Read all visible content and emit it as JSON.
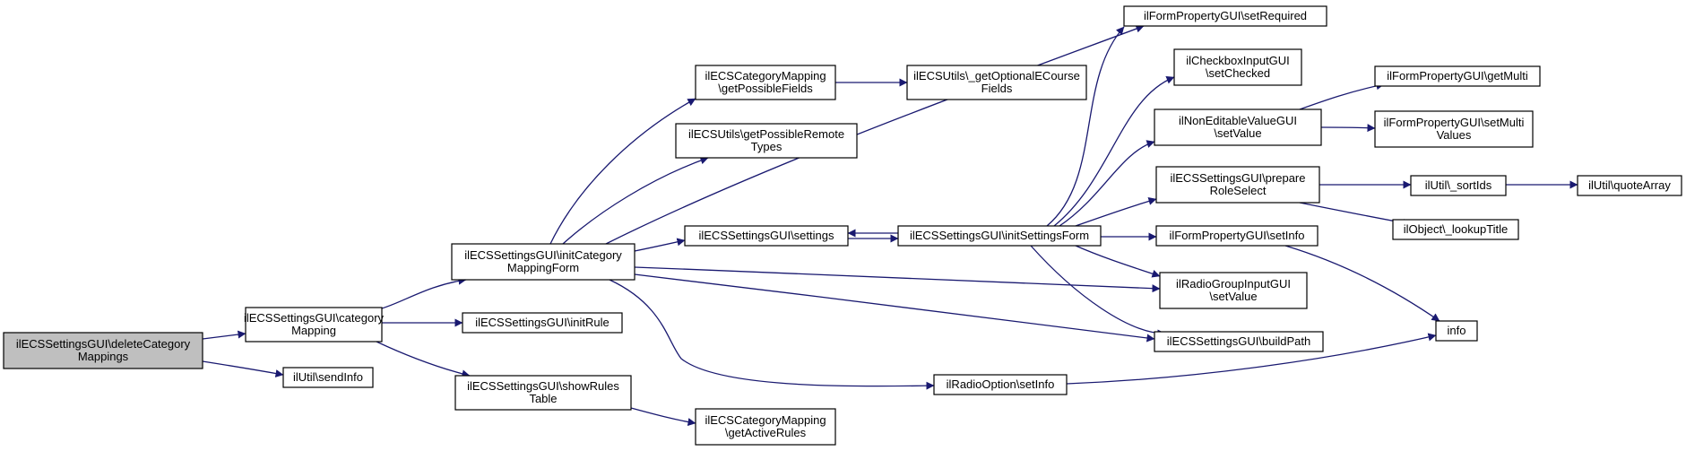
{
  "colors": {
    "edge": "#191970",
    "root_fill": "#bfbfbf",
    "node_fill": "#ffffff",
    "node_border": "#000000"
  },
  "nodes": [
    {
      "id": "deleteCategoryMappings",
      "lines": [
        "ilECSSettingsGUI\\deleteCategory",
        "Mappings"
      ],
      "root": true
    },
    {
      "id": "categoryMapping",
      "lines": [
        "ilECSSettingsGUI\\category",
        "Mapping"
      ]
    },
    {
      "id": "sendInfo",
      "lines": [
        "ilUtil\\sendInfo"
      ]
    },
    {
      "id": "initCategoryMappingForm",
      "lines": [
        "ilECSSettingsGUI\\initCategory",
        "MappingForm"
      ]
    },
    {
      "id": "initRule",
      "lines": [
        "ilECSSettingsGUI\\initRule"
      ]
    },
    {
      "id": "showRulesTable",
      "lines": [
        "ilECSSettingsGUI\\showRules",
        "Table"
      ]
    },
    {
      "id": "getPossibleFields",
      "lines": [
        "ilECSCategoryMapping",
        "\\getPossibleFields"
      ]
    },
    {
      "id": "getPossibleRemoteTypes",
      "lines": [
        "ilECSUtils\\getPossibleRemote",
        "Types"
      ]
    },
    {
      "id": "settings",
      "lines": [
        "ilECSSettingsGUI\\settings"
      ]
    },
    {
      "id": "getActiveRules",
      "lines": [
        "ilECSCategoryMapping",
        "\\getActiveRules"
      ]
    },
    {
      "id": "getOptionalECourseFields",
      "lines": [
        "ilECSUtils\\_getOptionalECourse",
        "Fields"
      ]
    },
    {
      "id": "initSettingsForm",
      "lines": [
        "ilECSSettingsGUI\\initSettingsForm"
      ]
    },
    {
      "id": "radioOptionSetInfo",
      "lines": [
        "ilRadioOption\\setInfo"
      ]
    },
    {
      "id": "setRequired",
      "lines": [
        "ilFormPropertyGUI\\setRequired"
      ]
    },
    {
      "id": "setChecked",
      "lines": [
        "ilCheckboxInputGUI",
        "\\setChecked"
      ]
    },
    {
      "id": "nonEditableSetValue",
      "lines": [
        "ilNonEditableValueGUI",
        "\\setValue"
      ]
    },
    {
      "id": "prepareRoleSelect",
      "lines": [
        "ilECSSettingsGUI\\prepare",
        "RoleSelect"
      ]
    },
    {
      "id": "formSetInfo",
      "lines": [
        "ilFormPropertyGUI\\setInfo"
      ]
    },
    {
      "id": "radioGroupSetValue",
      "lines": [
        "ilRadioGroupInputGUI",
        "\\setValue"
      ]
    },
    {
      "id": "buildPath",
      "lines": [
        "ilECSSettingsGUI\\buildPath"
      ]
    },
    {
      "id": "getMulti",
      "lines": [
        "ilFormPropertyGUI\\getMulti"
      ]
    },
    {
      "id": "setMultiValues",
      "lines": [
        "ilFormPropertyGUI\\setMulti",
        "Values"
      ]
    },
    {
      "id": "sortIds",
      "lines": [
        "ilUtil\\_sortIds"
      ]
    },
    {
      "id": "lookupTitle",
      "lines": [
        "ilObject\\_lookupTitle"
      ]
    },
    {
      "id": "info",
      "lines": [
        "info"
      ]
    },
    {
      "id": "quoteArray",
      "lines": [
        "ilUtil\\quoteArray"
      ]
    }
  ],
  "edges": [
    [
      "deleteCategoryMappings",
      "categoryMapping"
    ],
    [
      "deleteCategoryMappings",
      "sendInfo"
    ],
    [
      "categoryMapping",
      "initCategoryMappingForm"
    ],
    [
      "categoryMapping",
      "initRule"
    ],
    [
      "categoryMapping",
      "showRulesTable"
    ],
    [
      "initCategoryMappingForm",
      "getPossibleFields"
    ],
    [
      "initCategoryMappingForm",
      "getPossibleRemoteTypes"
    ],
    [
      "initCategoryMappingForm",
      "settings"
    ],
    [
      "initCategoryMappingForm",
      "setRequired"
    ],
    [
      "initCategoryMappingForm",
      "radioGroupSetValue"
    ],
    [
      "initCategoryMappingForm",
      "buildPath"
    ],
    [
      "initCategoryMappingForm",
      "radioOptionSetInfo"
    ],
    [
      "showRulesTable",
      "getActiveRules"
    ],
    [
      "getPossibleFields",
      "getOptionalECourseFields"
    ],
    [
      "settings",
      "initSettingsForm"
    ],
    [
      "initSettingsForm",
      "settings"
    ],
    [
      "initSettingsForm",
      "setRequired"
    ],
    [
      "initSettingsForm",
      "setChecked"
    ],
    [
      "initSettingsForm",
      "nonEditableSetValue"
    ],
    [
      "initSettingsForm",
      "prepareRoleSelect"
    ],
    [
      "initSettingsForm",
      "formSetInfo"
    ],
    [
      "initSettingsForm",
      "radioGroupSetValue"
    ],
    [
      "initSettingsForm",
      "buildPath"
    ],
    [
      "nonEditableSetValue",
      "getMulti"
    ],
    [
      "nonEditableSetValue",
      "setMultiValues"
    ],
    [
      "prepareRoleSelect",
      "sortIds"
    ],
    [
      "prepareRoleSelect",
      "lookupTitle"
    ],
    [
      "formSetInfo",
      "info"
    ],
    [
      "radioOptionSetInfo",
      "info"
    ],
    [
      "sortIds",
      "quoteArray"
    ]
  ]
}
